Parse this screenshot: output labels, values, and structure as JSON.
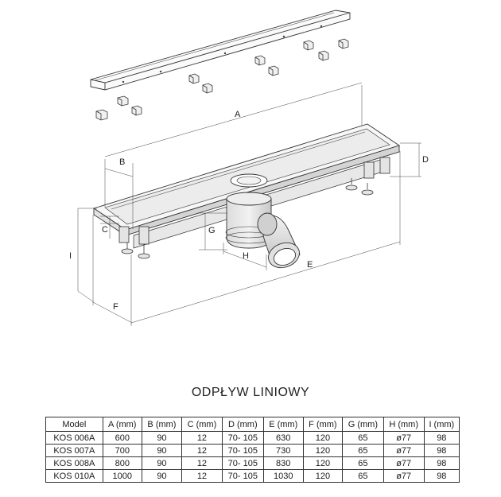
{
  "drawing": {
    "dimension_labels": [
      "A",
      "B",
      "C",
      "D",
      "E",
      "F",
      "G",
      "H",
      "I"
    ]
  },
  "heading": "ODPŁYW LINIOWY",
  "table": {
    "headers": [
      "Model",
      "A (mm)",
      "B (mm)",
      "C (mm)",
      "D (mm)",
      "E (mm)",
      "F (mm)",
      "G (mm)",
      "H (mm)",
      "I (mm)"
    ],
    "rows": [
      [
        "KOS 006A",
        "600",
        "90",
        "12",
        "70- 105",
        "630",
        "120",
        "65",
        "ø77",
        "98"
      ],
      [
        "KOS 007A",
        "700",
        "90",
        "12",
        "70- 105",
        "730",
        "120",
        "65",
        "ø77",
        "98"
      ],
      [
        "KOS 008A",
        "800",
        "90",
        "12",
        "70- 105",
        "830",
        "120",
        "65",
        "ø77",
        "98"
      ],
      [
        "KOS 010A",
        "1000",
        "90",
        "12",
        "70- 105",
        "1030",
        "120",
        "65",
        "ø77",
        "98"
      ]
    ]
  }
}
